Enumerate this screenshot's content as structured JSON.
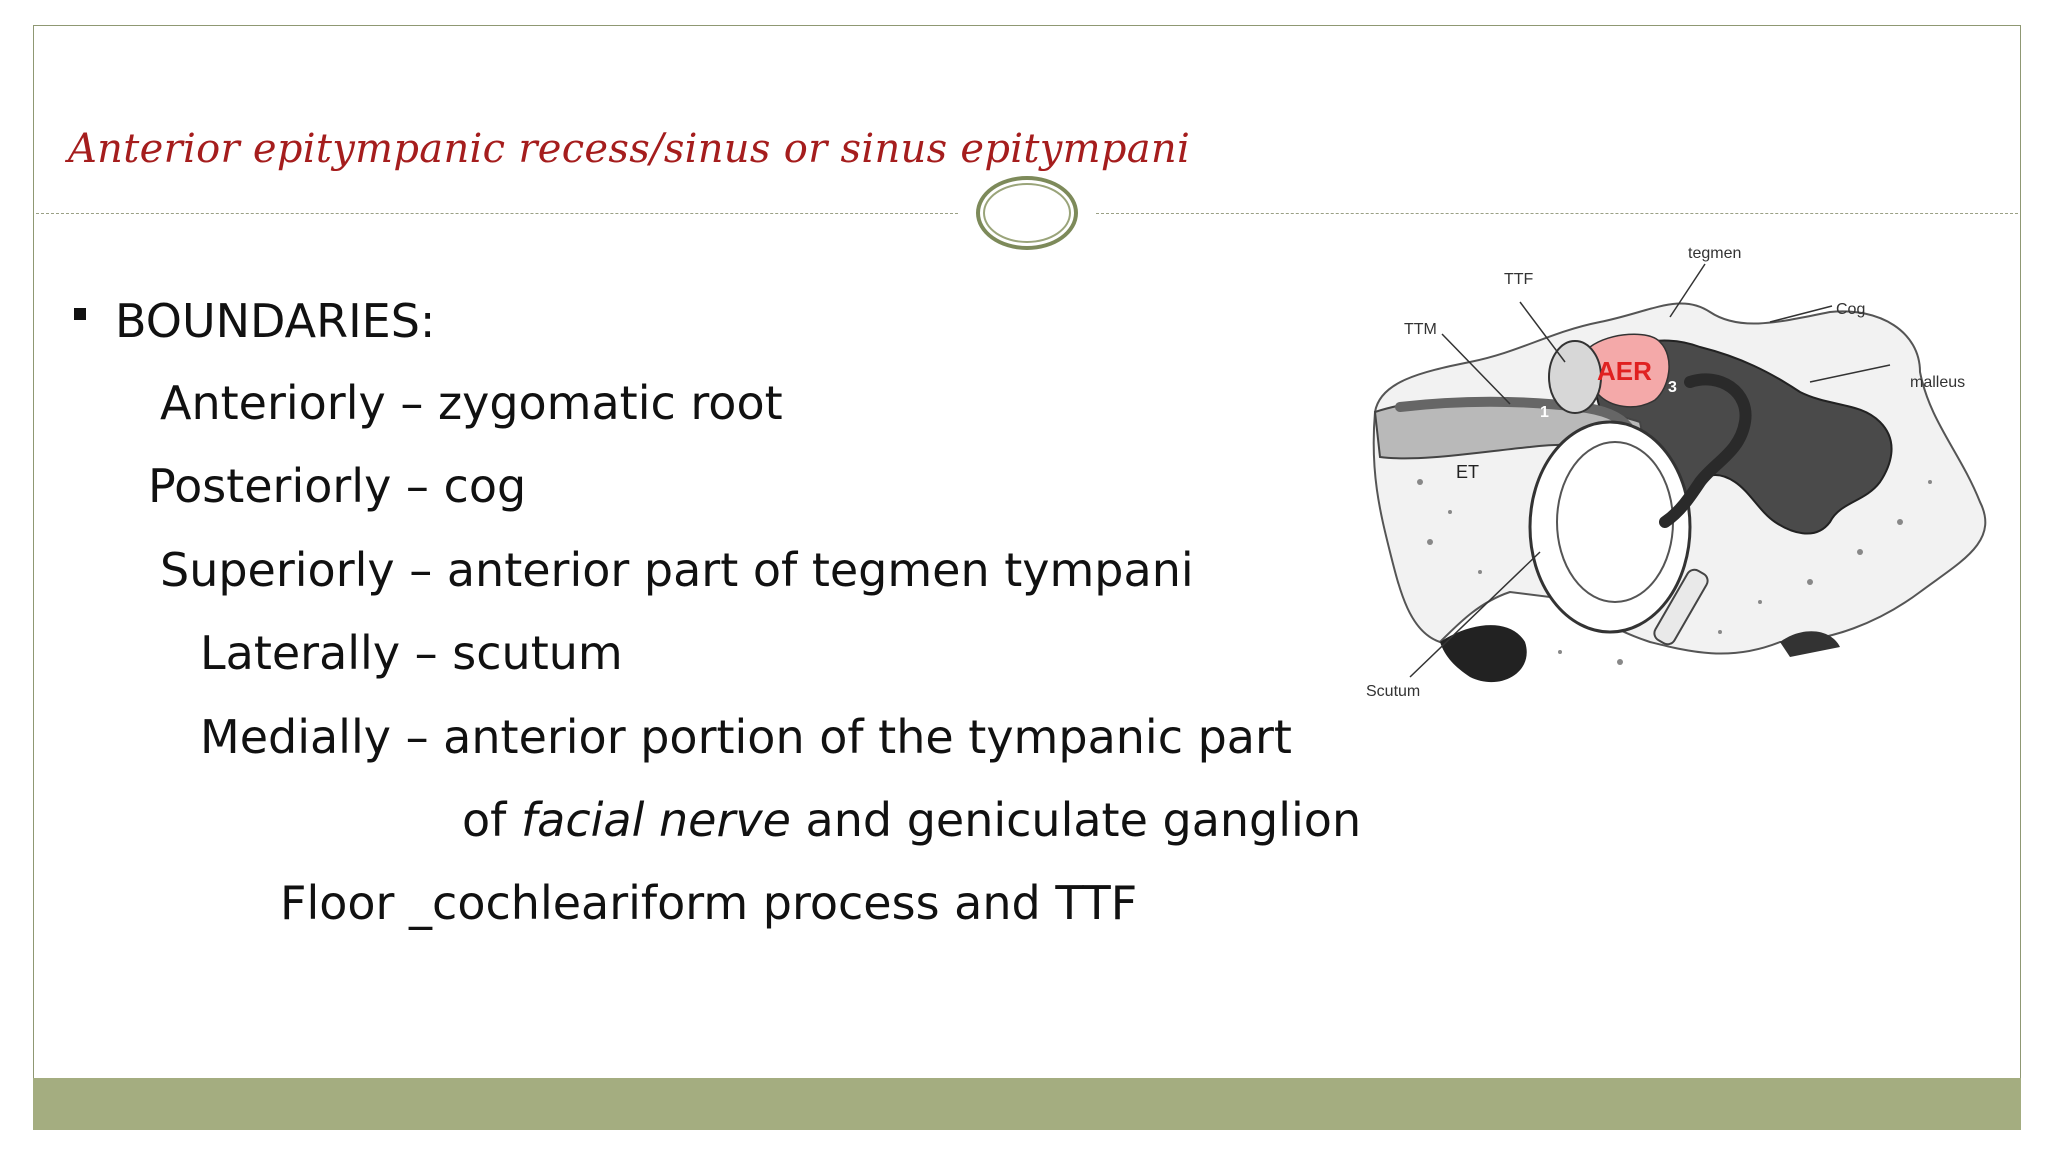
{
  "title": "Anterior  epitympanic  recess/sinus  or  sinus epitympani",
  "bullet_heading": "BOUNDARIES:",
  "lines": {
    "anteriorly": "Anteriorly – zygomatic root",
    "posteriorly": "Posteriorly – cog",
    "superiorly": "Superiorly – anterior part of tegmen tympani",
    "laterally": "Laterally – scutum",
    "medially": "Medially – anterior portion of the tympanic part",
    "medially_cont_prefix": "of ",
    "medially_cont_italic": "facial nerve",
    "medially_cont_suffix": "  and geniculate ganglion",
    "floor": "Floor _cochleariform process and TTF"
  },
  "figure": {
    "labels": {
      "tegmen": "tegmen",
      "ttf": "TTF",
      "cog": "Cog",
      "ttm": "TTM",
      "malleus": "malleus",
      "aer": "AER",
      "et": "ET",
      "scutum": "Scutum",
      "num1": "1",
      "num3": "3"
    }
  },
  "colors": {
    "title": "#a51d1d",
    "footer": "#a4ad80",
    "aer": "#e02020"
  }
}
